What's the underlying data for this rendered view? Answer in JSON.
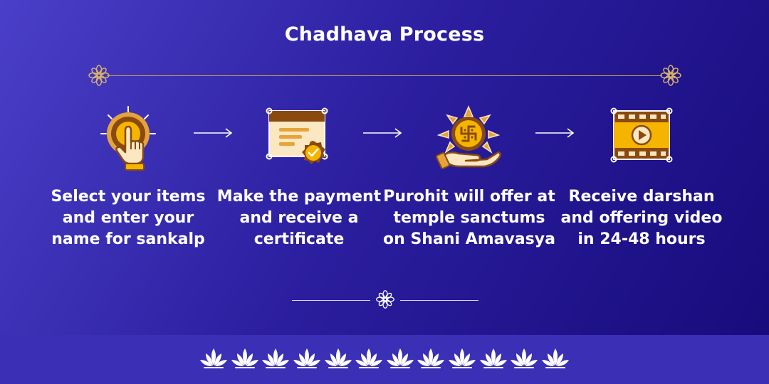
{
  "page": {
    "title": "Chadhava Process"
  },
  "colors": {
    "gold": "#f4b400",
    "brown": "#8a4a0f",
    "cream": "#fbe7c2",
    "orange": "#e6a33a",
    "ornament": "#c9a25b"
  },
  "steps": [
    {
      "icon": "hand-tap-icon",
      "text": "Select your items and enter your name for sankalp"
    },
    {
      "icon": "certificate-icon",
      "text": "Make the payment and receive a certificate"
    },
    {
      "icon": "swastika-offering-icon",
      "text": "Purohit will offer at temple sanctums on Shani Amavasya"
    },
    {
      "icon": "video-play-icon",
      "text": "Receive darshan and offering video in 24-48 hours"
    }
  ],
  "footer": {
    "decoration": "lotus-icon",
    "lotus_count": 12
  }
}
